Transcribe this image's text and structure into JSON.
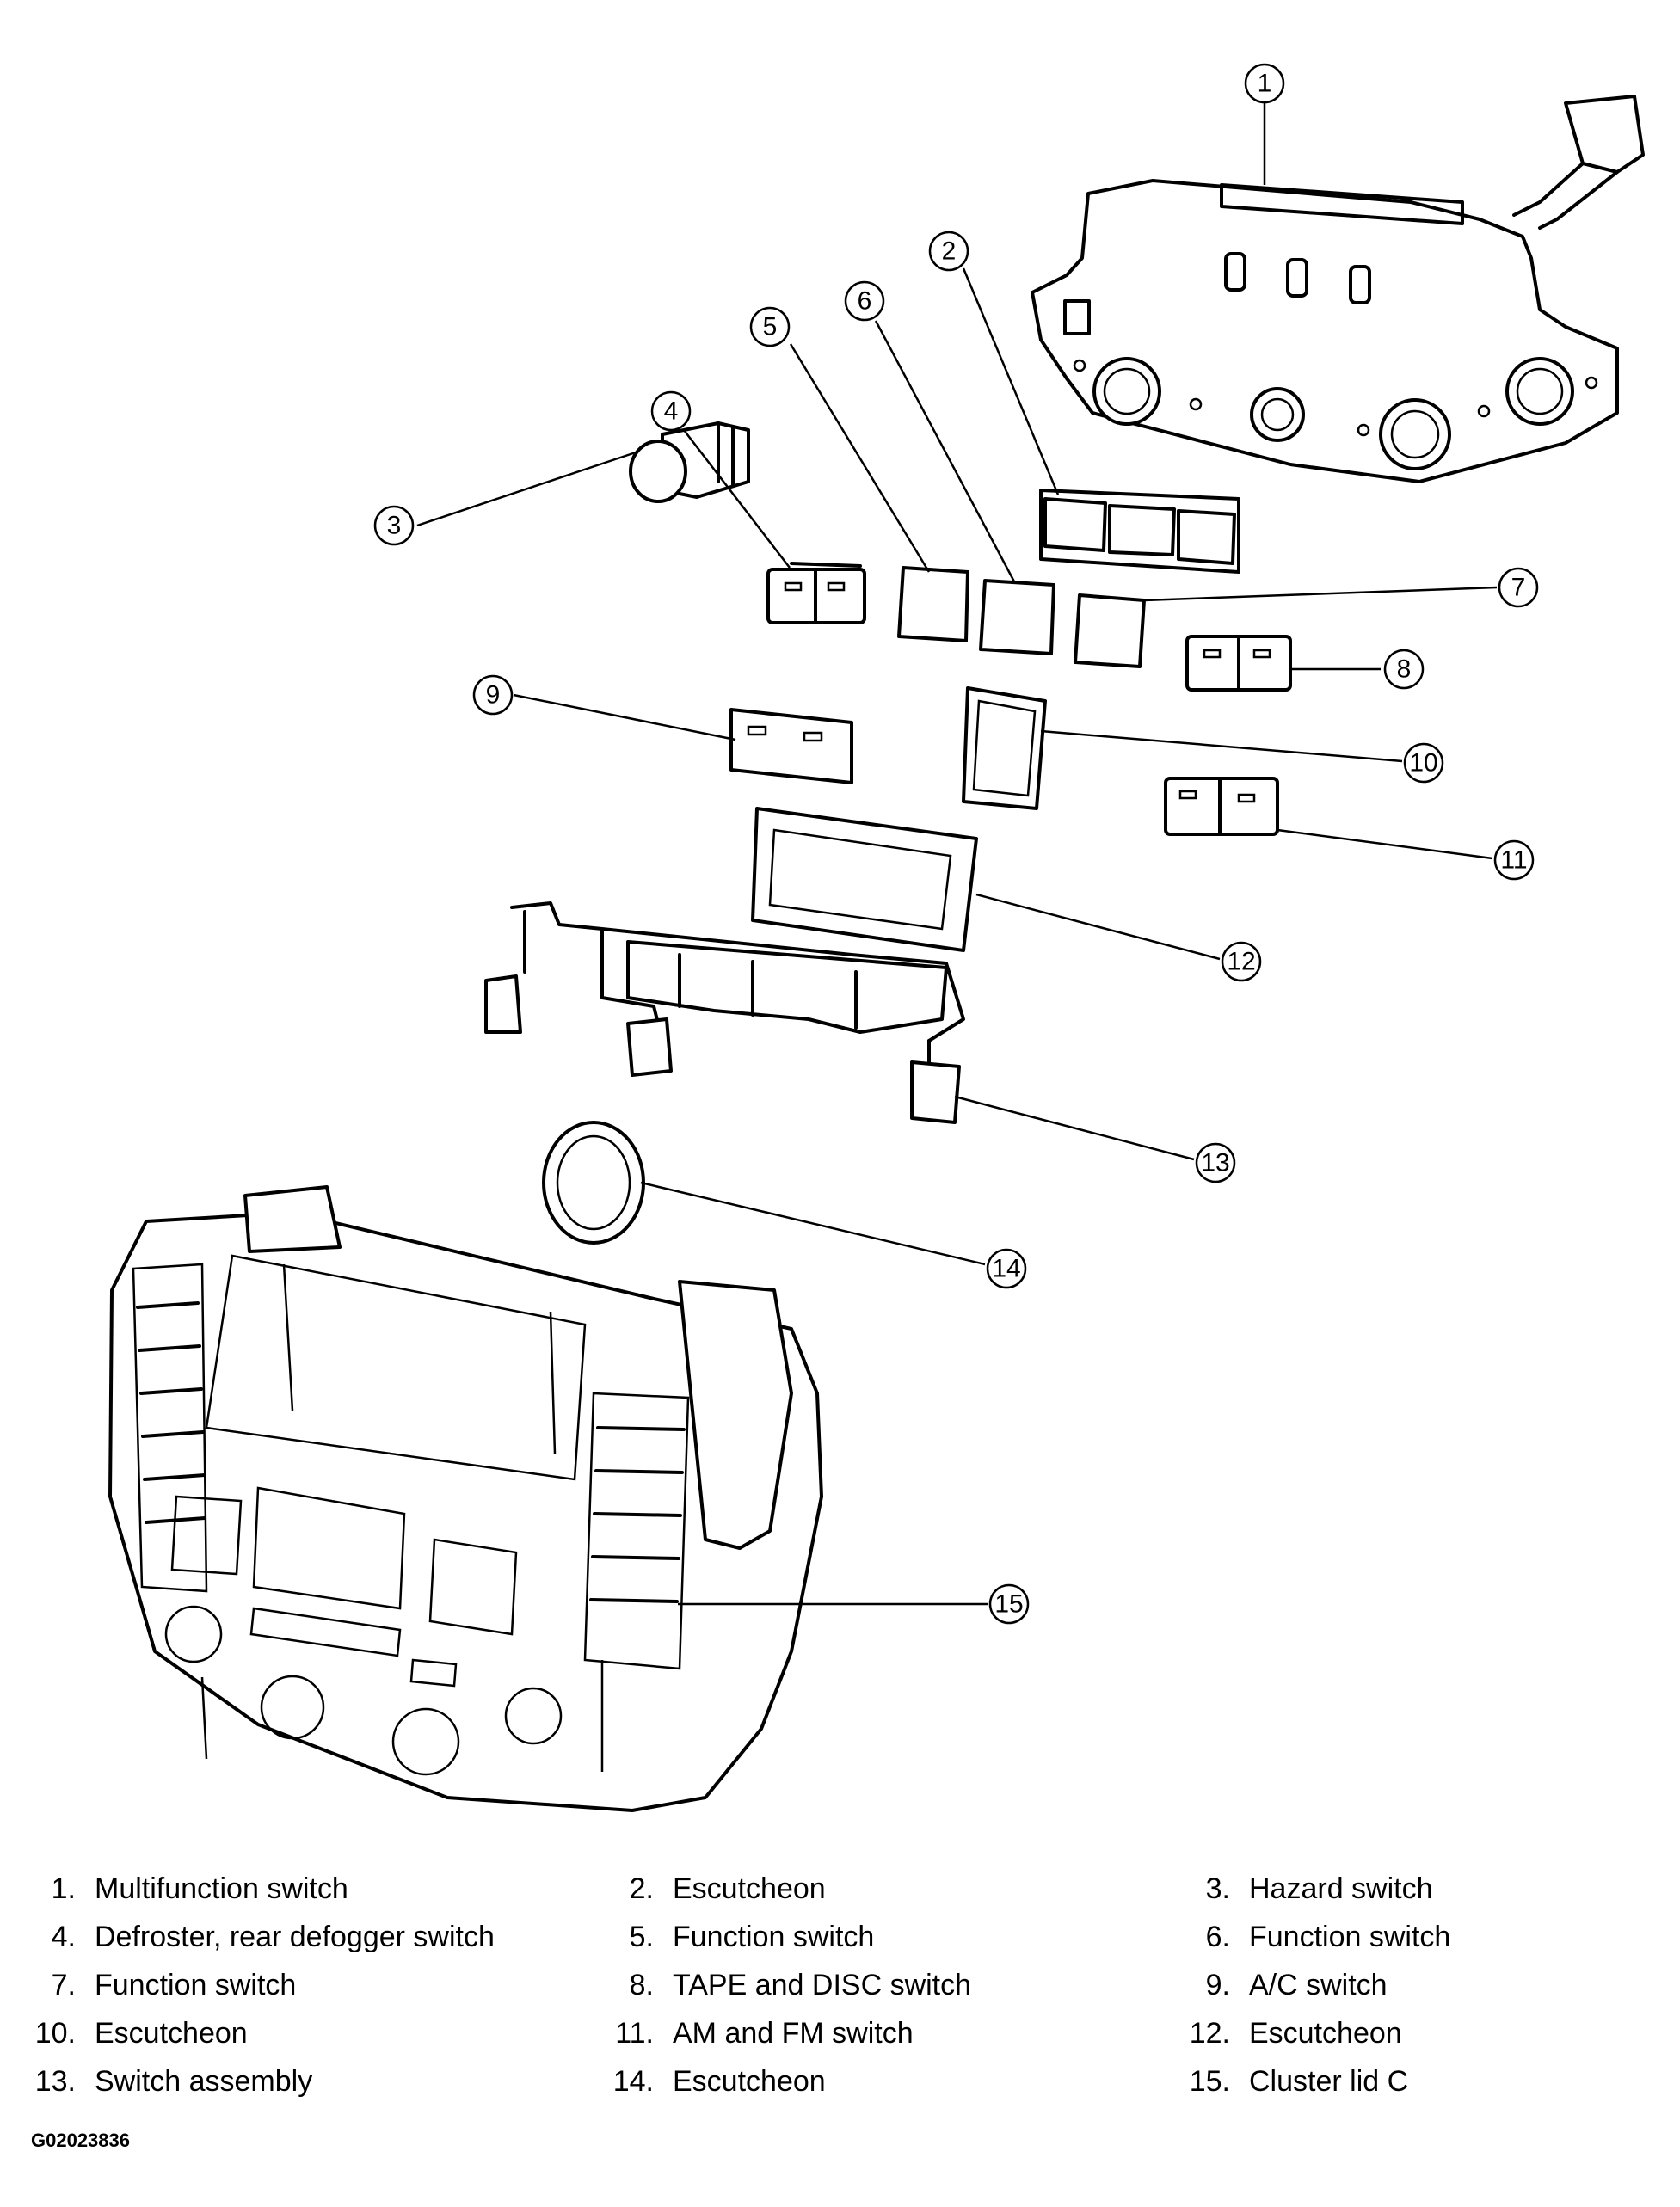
{
  "callouts": [
    "1",
    "2",
    "3",
    "4",
    "5",
    "6",
    "7",
    "8",
    "9",
    "10",
    "11",
    "12",
    "13",
    "14",
    "15"
  ],
  "legend": [
    {
      "num": "1.",
      "label": "Multifunction switch"
    },
    {
      "num": "2.",
      "label": "Escutcheon"
    },
    {
      "num": "3.",
      "label": "Hazard switch"
    },
    {
      "num": "4.",
      "label": "Defroster, rear defogger switch"
    },
    {
      "num": "5.",
      "label": "Function switch"
    },
    {
      "num": "6.",
      "label": "Function switch"
    },
    {
      "num": "7.",
      "label": "Function switch"
    },
    {
      "num": "8.",
      "label": "TAPE and DISC switch"
    },
    {
      "num": "9.",
      "label": "A/C switch"
    },
    {
      "num": "10.",
      "label": "Escutcheon"
    },
    {
      "num": "11.",
      "label": "AM and FM switch"
    },
    {
      "num": "12.",
      "label": "Escutcheon"
    },
    {
      "num": "13.",
      "label": "Switch assembly"
    },
    {
      "num": "14.",
      "label": "Escutcheon"
    },
    {
      "num": "15.",
      "label": "Cluster lid C"
    }
  ],
  "figure_id": "G02023836"
}
